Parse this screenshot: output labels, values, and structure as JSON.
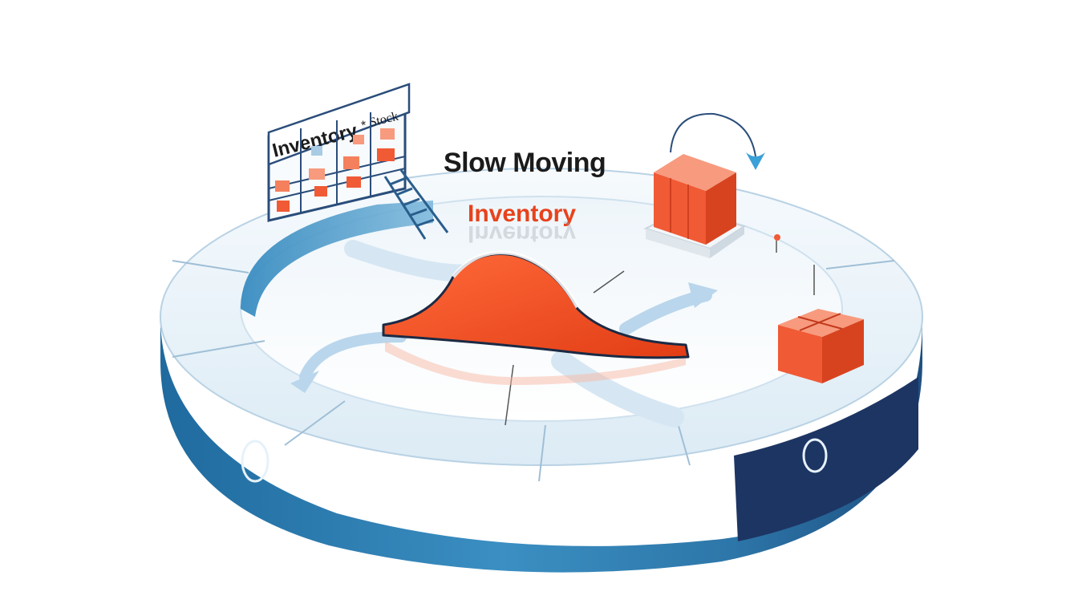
{
  "sign": {
    "title": "Inventory",
    "suffix": "Stock",
    "star": "*"
  },
  "labels": {
    "line1": "Slow Moving",
    "line2": "Inventory",
    "reflection": "Inventory"
  },
  "colors": {
    "accent": "#f04a22",
    "ring_blue": "#2f7fb3",
    "ring_dark": "#1d3563",
    "ring_top": "#e8f2f8",
    "text_dark": "#1b1b1b",
    "arrow_light": "#b9d6ec"
  }
}
